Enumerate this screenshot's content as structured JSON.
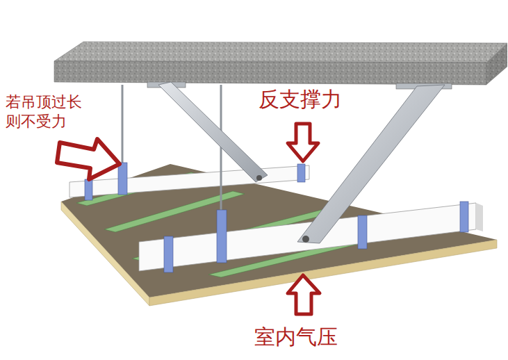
{
  "diagram": {
    "labels": [
      "若吊顶过长 则不受力",
      "反支撑力",
      "室内气压"
    ]
  }
}
